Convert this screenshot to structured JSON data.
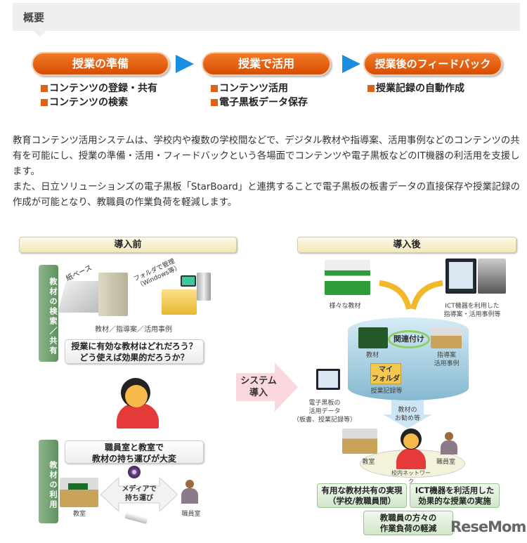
{
  "header": {
    "title": "概要"
  },
  "flow": [
    {
      "label": "授業の準備",
      "items": [
        "コンテンツの登録・共有",
        "コンテンツの検索"
      ]
    },
    {
      "label": "授業で活用",
      "items": [
        "コンテンツ活用",
        "電子黒板データ保存"
      ]
    },
    {
      "label": "授業後のフィードバック",
      "items": [
        "授業記録の自動作成"
      ]
    }
  ],
  "colors": {
    "flow_orange": "#e0601a",
    "arrow_blue": "#1a8fe0",
    "green_label": "#6f9f6f"
  },
  "description": [
    "教育コンテンツ活用システムは、学校内や複数の学校間などで、デジタル教材や指導案、活用事例などのコンテンツの共有を可能にし、授業の準備・活用・フィードバックという各場面でコンテンツや電子黒板などのIT機器の利活用を支援します。",
    "また、日立ソリューションズの電子黒板「StarBoard」と連携することで電子黒板の板書データの直接保存や授業記録の作成が可能となり、教職員の作業負荷を軽減します。"
  ],
  "before": {
    "title": "導入前",
    "label_search": "教材の検索／共有",
    "label_use": "教材の利用",
    "paper": "紙ベース",
    "folder": "フォルダで管理（Windows等）",
    "materials_caption": "教材／指導案／活用事例",
    "question": [
      "授業に有効な教材はどれだろう？",
      "どう使えば効果的だろうか？"
    ],
    "problem": [
      "職員室と教室で",
      "教材の持ち運びが大変"
    ],
    "media": [
      "メディアで",
      "持ち運び"
    ],
    "classroom": "教室",
    "staffroom": "職員室"
  },
  "system_arrow": [
    "システム",
    "導入"
  ],
  "after": {
    "title": "導入後",
    "various": "様々な教材",
    "ict": [
      "ICT機器を利用した",
      "指導案・活用事例等"
    ],
    "link": "関連付け",
    "material": "教材",
    "plans": [
      "指導案",
      "活用事例"
    ],
    "myfolder": [
      "マイ",
      "フォルダ"
    ],
    "records": "授業記録等",
    "whiteboard": [
      "電子黒板の",
      "活用データ",
      "（板書、授業記録等）"
    ],
    "recommend": [
      "教材の",
      "お勧め等"
    ],
    "classroom": "教室",
    "staffroom": "職員室",
    "network": "校内ネットワーク",
    "benefits": [
      [
        "有用な教材共有の実現",
        "（学校/教職員間）"
      ],
      [
        "ICT機器を利活用した",
        "効果的な授業の実施"
      ],
      [
        "教職員の方々の",
        "作業負荷の軽減"
      ]
    ]
  },
  "watermark": "ReseMom"
}
